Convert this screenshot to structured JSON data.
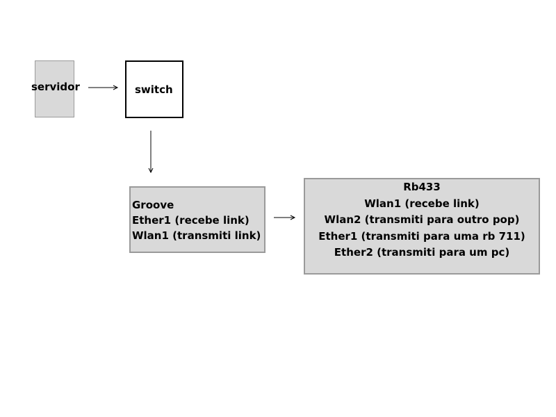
{
  "colors": {
    "node_fill": "#d9d9d9",
    "node_border": "#9a9a9a",
    "switch_fill": "#ffffff",
    "arrow": "#000000"
  },
  "nodes": {
    "servidor": {
      "label": "servidor"
    },
    "switch": {
      "label": "switch"
    },
    "groove": {
      "lines": [
        "Groove",
        "Ether1 (recebe link)",
        "Wlan1 (transmiti link)"
      ]
    },
    "rb433": {
      "lines": [
        "Rb433",
        "Wlan1 (recebe link)",
        "Wlan2 (transmiti para outro pop)",
        "Ether1 (transmiti para uma rb 711)",
        "Ether2 (transmiti para um pc)"
      ]
    }
  },
  "edges": [
    {
      "from": "servidor",
      "to": "switch"
    },
    {
      "from": "switch",
      "to": "groove"
    },
    {
      "from": "groove",
      "to": "rb433"
    }
  ]
}
